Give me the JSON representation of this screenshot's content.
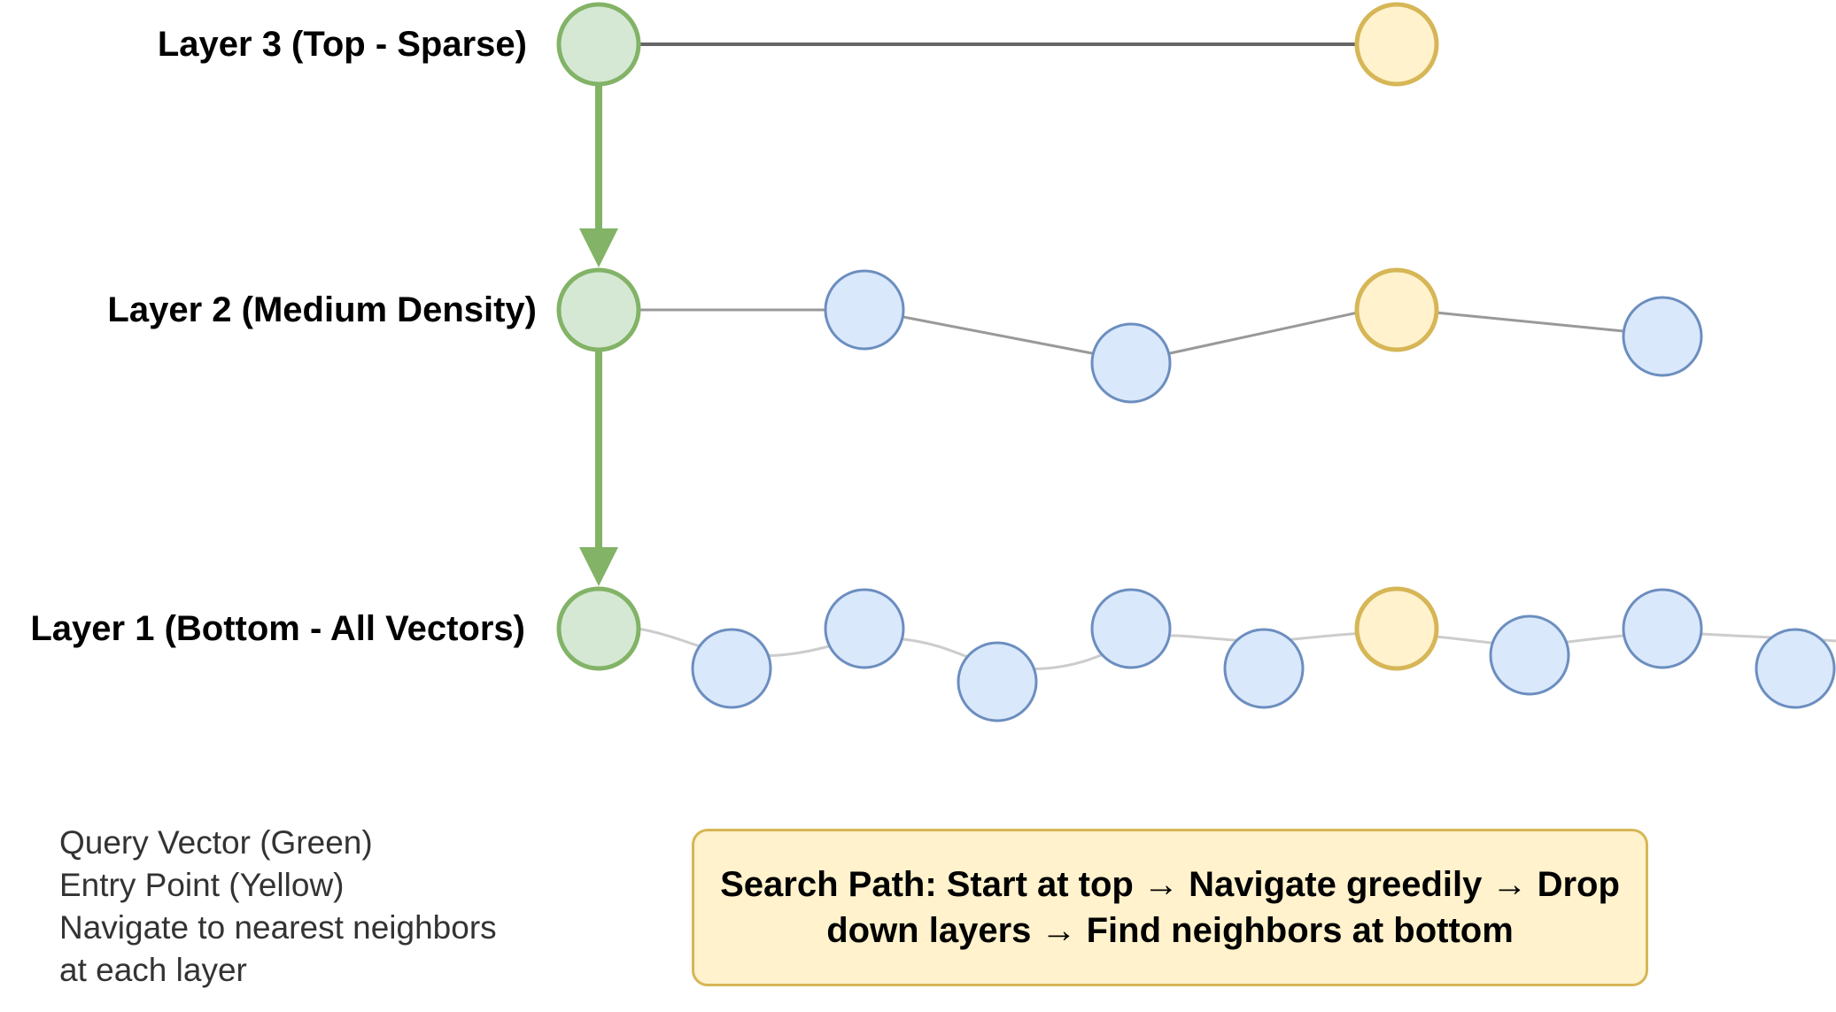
{
  "layers": [
    {
      "label": "Layer 3 (Top - Sparse)"
    },
    {
      "label": "Layer 2 (Medium Density)"
    },
    {
      "label": "Layer 1 (Bottom - All Vectors)"
    }
  ],
  "legend": {
    "lines": [
      "Query Vector (Green)",
      "Entry Point (Yellow)",
      "Navigate to nearest neighbors",
      "at each layer"
    ]
  },
  "callout": {
    "text": "Search Path: Start at top → Navigate greedily → Drop down layers → Find neighbors at bottom"
  },
  "colors": {
    "query_fill": "#d5e8d4",
    "query_stroke": "#82b366",
    "entry_fill": "#fff2cc",
    "entry_stroke": "#d6b656",
    "node_fill": "#dae8fc",
    "node_stroke": "#6c8ebf",
    "edge_top": "#666666",
    "edge_mid": "#999999",
    "edge_bottom": "#cccccc",
    "descent_arrow": "#82b366"
  }
}
